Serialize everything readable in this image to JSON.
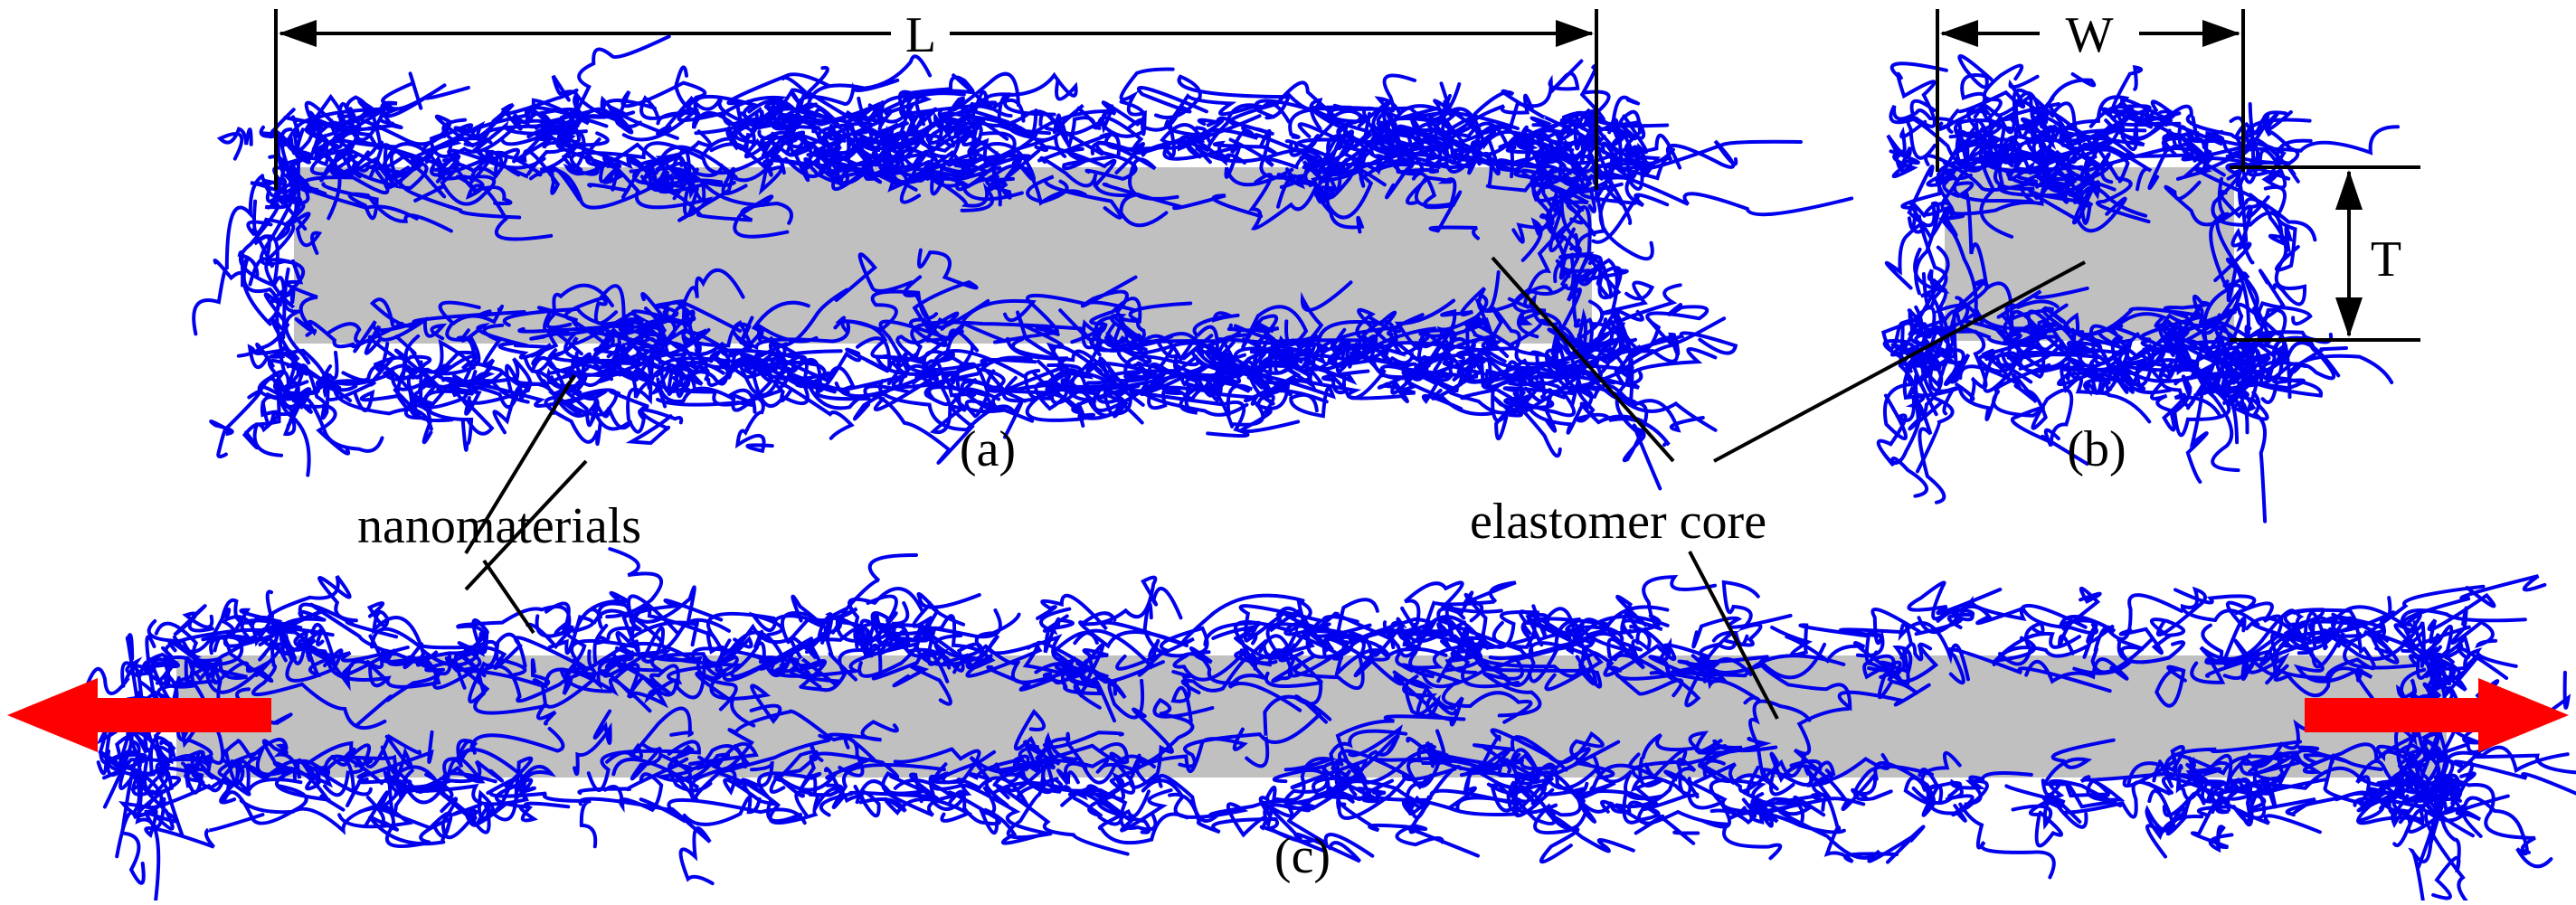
{
  "figure": {
    "labels": {
      "dimension_length": "L",
      "dimension_width": "W",
      "dimension_thickness": "T",
      "nanomaterials": "nanomaterials",
      "elastomer_core": "elastomer core"
    },
    "captions": {
      "a": "(a)",
      "b": "(b)",
      "c": "(c)"
    },
    "colors": {
      "core": "#c0c0c0",
      "nanowire": "#0000ee",
      "strain_arrow": "#ff0000",
      "lines": "#000000"
    },
    "arrow_icon": "double-stretch-arrow"
  }
}
